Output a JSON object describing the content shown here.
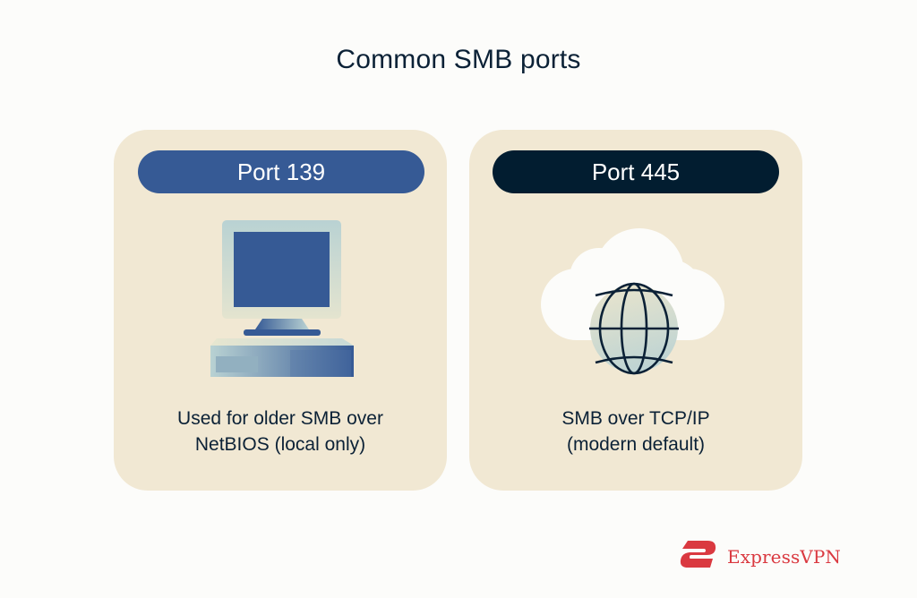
{
  "title": "Common SMB ports",
  "cards": [
    {
      "port_label": "Port 139",
      "pill_color": "#365a95",
      "illustration": "desktop-computer-icon",
      "description_line1": "Used for older SMB over",
      "description_line2": "NetBIOS (local only)"
    },
    {
      "port_label": "Port 445",
      "pill_color": "#021d30",
      "illustration": "cloud-globe-icon",
      "description_line1": "SMB over TCP/IP",
      "description_line2": "(modern default)"
    }
  ],
  "colors": {
    "background": "#fcfcfa",
    "card": "#f1e8d3",
    "text": "#0b2136",
    "brand": "#da3940"
  },
  "brand": {
    "name": "ExpressVPN",
    "icon": "expressvpn-logo-icon"
  }
}
